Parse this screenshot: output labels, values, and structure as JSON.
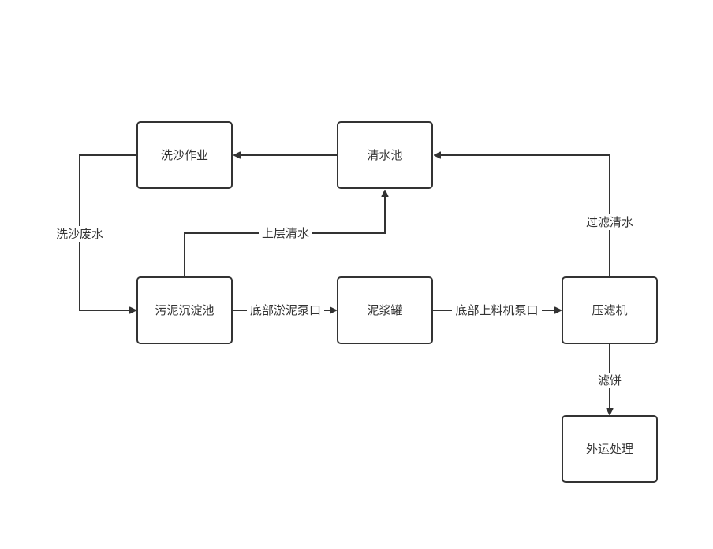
{
  "nodes": {
    "sand_washing": "洗沙作业",
    "clear_water_pool": "清水池",
    "sludge_settling_pool": "污泥沉淀池",
    "slurry_tank": "泥浆罐",
    "filter_press": "压滤机",
    "external_disposal": "外运处理"
  },
  "edges": {
    "clear_water_to_washing": "",
    "washing_wastewater": "洗沙废水",
    "upper_clear_water": "上层清水",
    "bottom_sludge_pump": "底部淤泥泵口",
    "bottom_feed_pump": "底部上料机泵口",
    "filtered_clear_water": "过滤清水",
    "filter_cake": "滤饼"
  },
  "colors": {
    "stroke": "#333333",
    "background": "#ffffff"
  }
}
